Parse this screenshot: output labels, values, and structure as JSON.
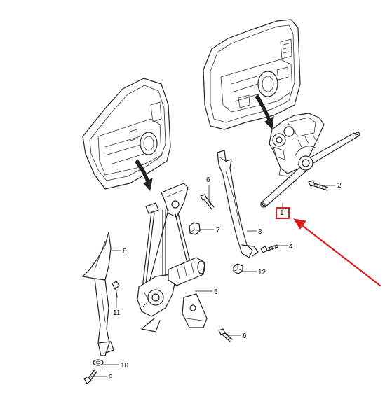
{
  "callouts": {
    "c1": "1",
    "c2": "2",
    "c3": "3",
    "c4": "4",
    "c5": "5",
    "c6a": "6",
    "c6b": "6",
    "c7": "7",
    "c8": "8",
    "c9": "9",
    "c10": "10",
    "c11": "11",
    "c12": "12"
  },
  "colors": {
    "ink": "#222222",
    "highlight": "#e01b1b"
  }
}
